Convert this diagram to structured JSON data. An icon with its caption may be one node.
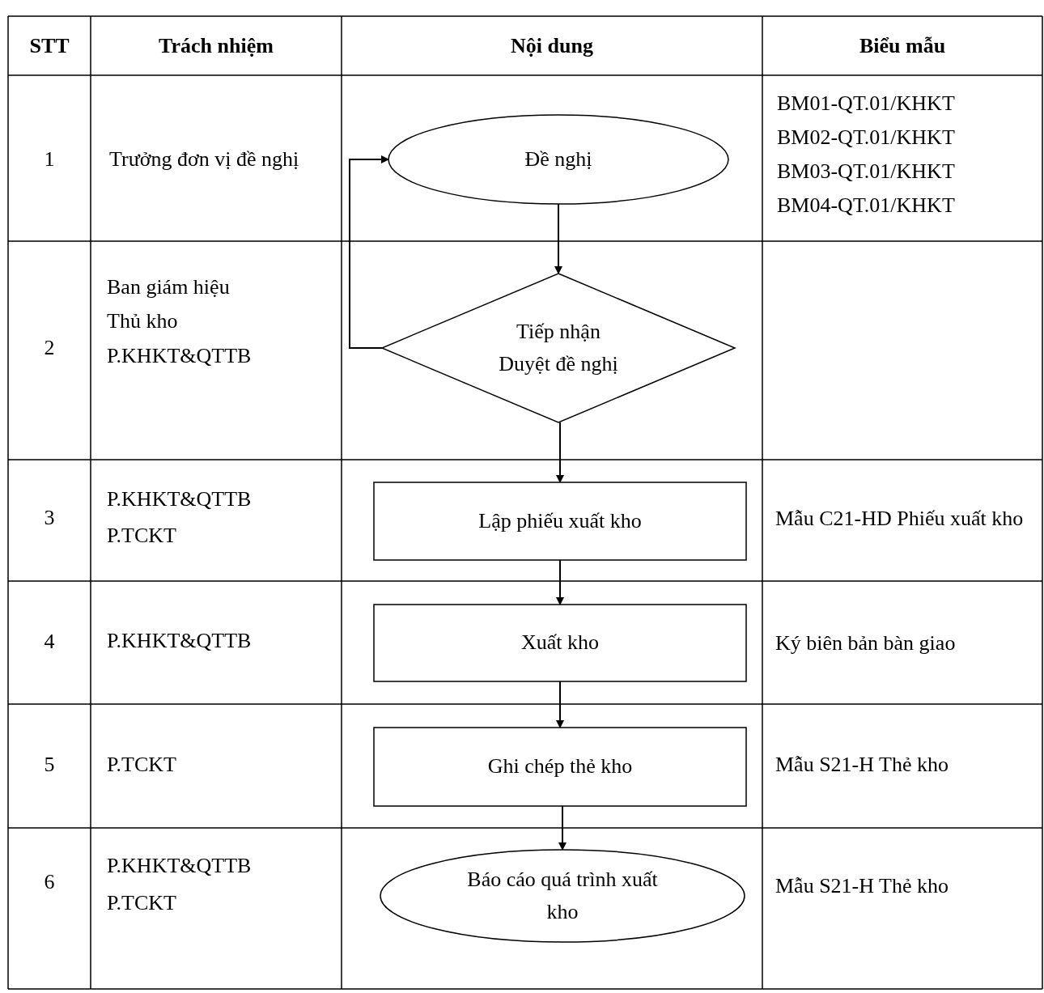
{
  "diagram": {
    "nodes": [
      {
        "text": [
          "Đề nghị"
        ]
      },
      {
        "text": [
          "Tiếp nhận",
          "Duyệt đề nghị"
        ]
      },
      {
        "text": [
          "Lập phiếu xuất kho"
        ]
      },
      {
        "text": [
          "Xuất kho"
        ]
      },
      {
        "text": [
          "Ghi chép thẻ kho"
        ]
      },
      {
        "text": [
          "Báo cáo quá trình xuất kho"
        ]
      }
    ],
    "edges": [
      {
        "from": 0,
        "to": 1,
        "arrow": "to"
      },
      {
        "from": 1,
        "to": 0,
        "arrow": "to"
      },
      {
        "from": 1,
        "to": 2,
        "arrow": "to"
      },
      {
        "from": 2,
        "to": 3,
        "arrow": "to"
      },
      {
        "from": 3,
        "to": 4,
        "arrow": "to"
      },
      {
        "from": 4,
        "to": 5,
        "arrow": "to"
      }
    ],
    "labels": [
      "STT",
      "Trách nhiệm",
      "Nội dung",
      "Biểu mẫu",
      "1",
      "Trưởng đơn vị đề nghị",
      "BM01-QT.01/KHKT",
      "BM02-QT.01/KHKT",
      "BM03-QT.01/KHKT",
      "BM04-QT.01/KHKT",
      "2",
      "Ban giám hiệu",
      "Thủ kho",
      "P.KHKT&QTTB",
      "3",
      "P.KHKT&QTTB",
      "P.TCKT",
      "Mẫu C21-HD Phiếu xuất kho",
      "4",
      "P.KHKT&QTTB",
      "Ký biên bản bàn giao",
      "5",
      "P.TCKT",
      "Mẫu S21-H Thẻ kho",
      "6",
      "P.KHKT&QTTB",
      "P.TCKT",
      "Mẫu S21-H Thẻ kho"
    ]
  }
}
